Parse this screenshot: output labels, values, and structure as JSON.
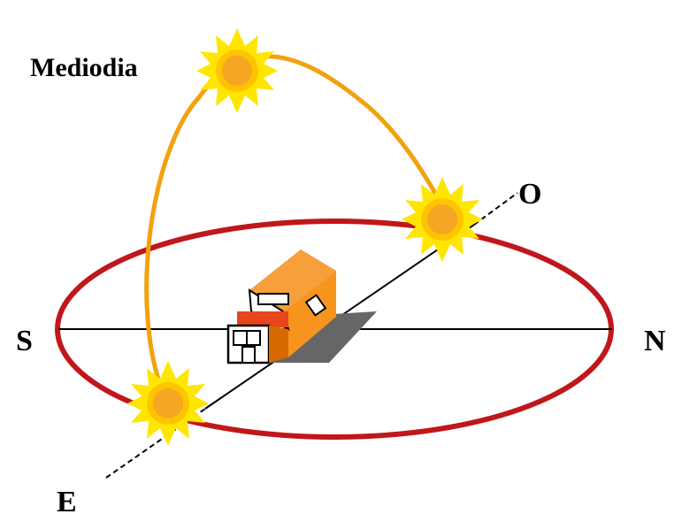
{
  "labels": {
    "noon": "Mediodia",
    "south": "S",
    "north": "N",
    "west": "O",
    "east": "E"
  },
  "colors": {
    "horizon_ring": "#c0171b",
    "sun_path": "#f2a20d",
    "sun_outer": "#ffe600",
    "sun_mid": "#ffc400",
    "sun_core": "#f5a623",
    "axis_line": "#000000",
    "house_orange": "#f7941d",
    "house_roof_orange": "#f6a03c",
    "house_dark_orange": "#d66a00",
    "house_red": "#e8451d",
    "house_white": "#ffffff",
    "house_shadow": "#666666"
  },
  "icons": {
    "sun": "sun-icon",
    "house": "house-icon"
  }
}
